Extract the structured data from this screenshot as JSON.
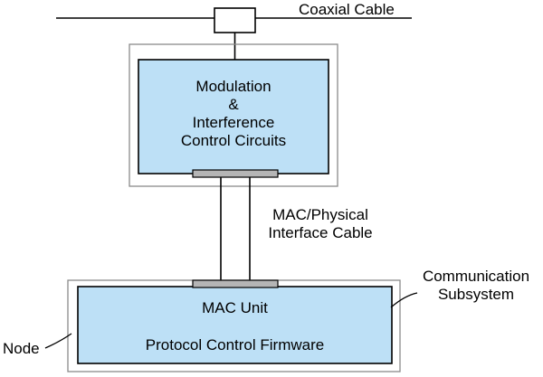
{
  "colors": {
    "box_fill": "#bde0f6",
    "stroke": "#000000",
    "frame_stroke": "#8a8a8a",
    "connector_fill": "#b5b5b5"
  },
  "labels": {
    "coaxial_cable": "Coaxial Cable",
    "modulation_lines": [
      "Modulation",
      "&",
      "Interference",
      "Control Circuits"
    ],
    "mac_physical_lines": [
      "MAC/Physical",
      "Interface Cable"
    ],
    "communication_lines": [
      "Communication",
      "Subsystem"
    ],
    "mac_unit": "MAC Unit",
    "protocol_firmware": "Protocol Control Firmware",
    "node": "Node"
  }
}
